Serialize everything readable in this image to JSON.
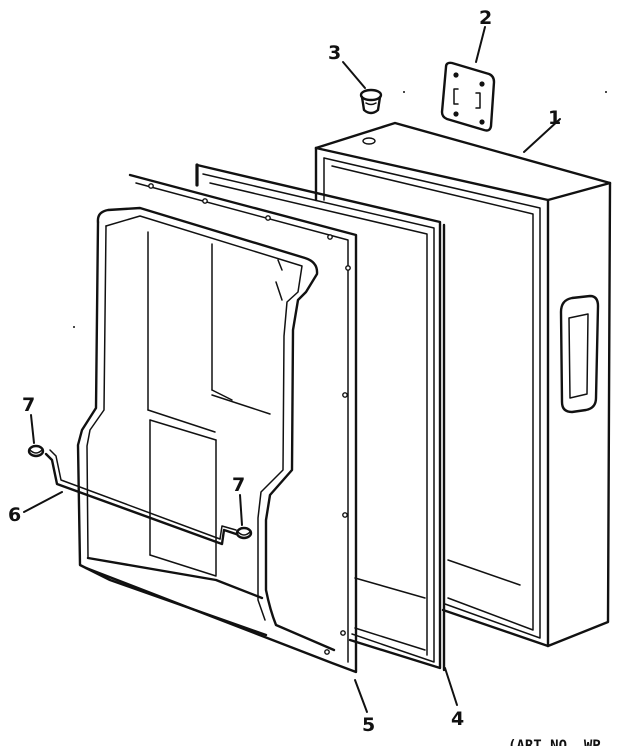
{
  "diagram": {
    "callouts": [
      {
        "id": "1",
        "label": "1"
      },
      {
        "id": "2",
        "label": "2"
      },
      {
        "id": "3",
        "label": "3"
      },
      {
        "id": "4",
        "label": "4"
      },
      {
        "id": "5",
        "label": "5"
      },
      {
        "id": "6",
        "label": "6"
      },
      {
        "id": "7a",
        "label": "7"
      },
      {
        "id": "7b",
        "label": "7"
      }
    ],
    "art_number": "(ART NO. WP"
  }
}
